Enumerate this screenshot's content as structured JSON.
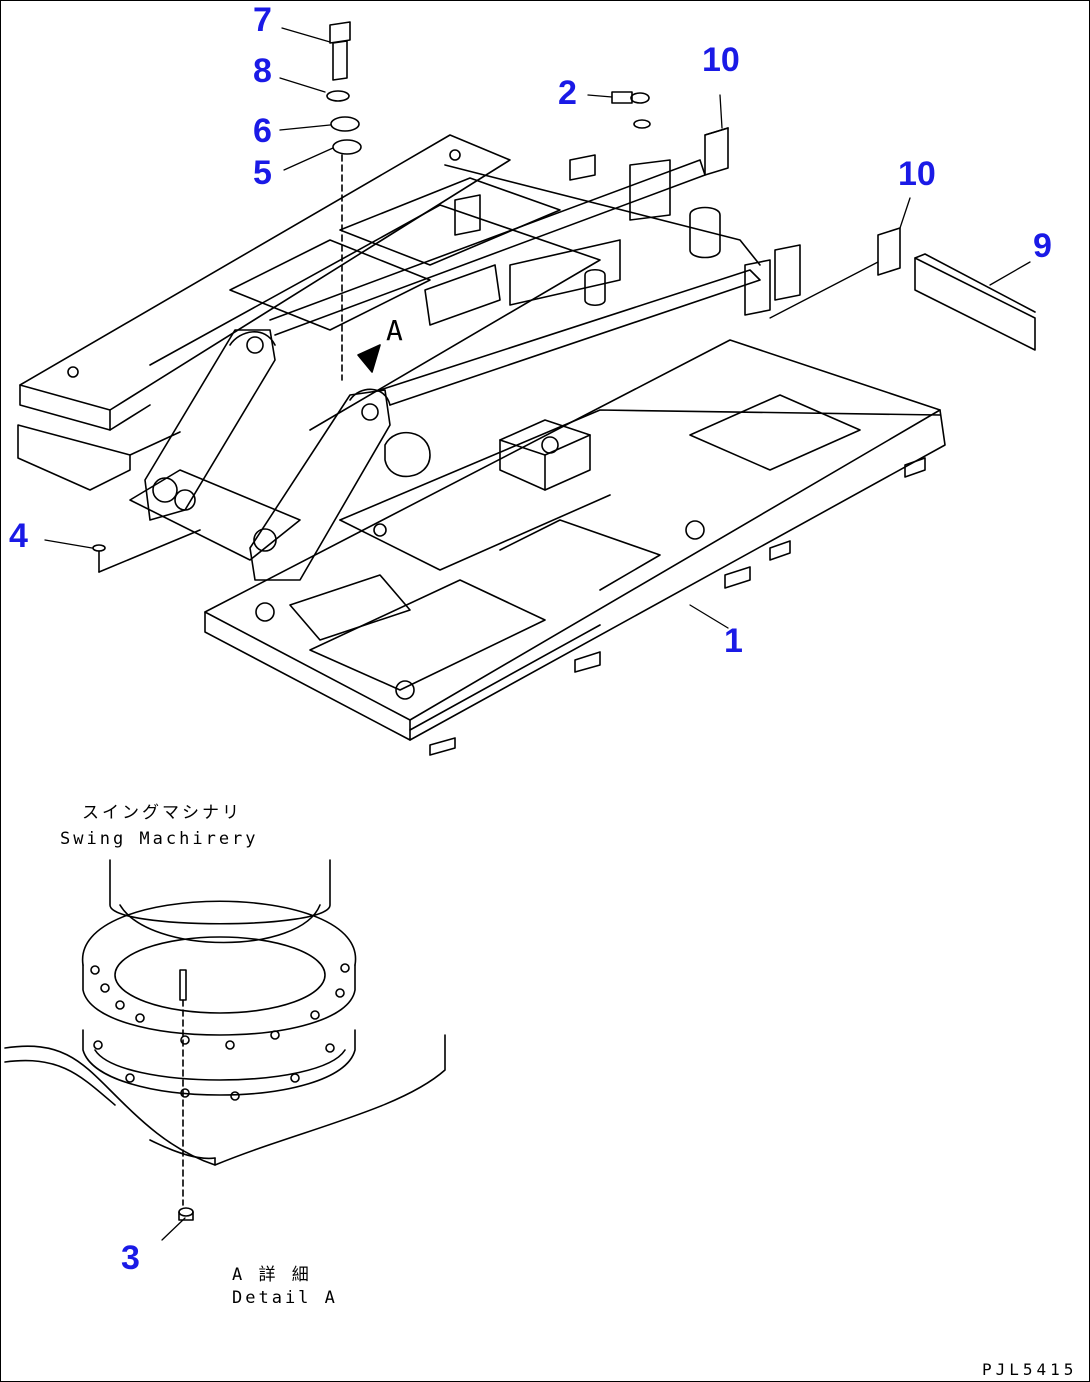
{
  "callouts": {
    "c1": "1",
    "c2": "2",
    "c3": "3",
    "c4": "4",
    "c5": "5",
    "c6": "6",
    "c7": "7",
    "c8": "8",
    "c9": "9",
    "c10a": "10",
    "c10b": "10"
  },
  "view_marker": "A",
  "labels": {
    "swing_jp": "スイングマシナリ",
    "swing_en": "Swing Machirery",
    "detail_jp": "A 詳 細",
    "detail_en": "Detail A"
  },
  "drawing_code": "PJL5415",
  "colors": {
    "callout": "#1a1ae6",
    "line": "#000000",
    "background": "#ffffff"
  }
}
